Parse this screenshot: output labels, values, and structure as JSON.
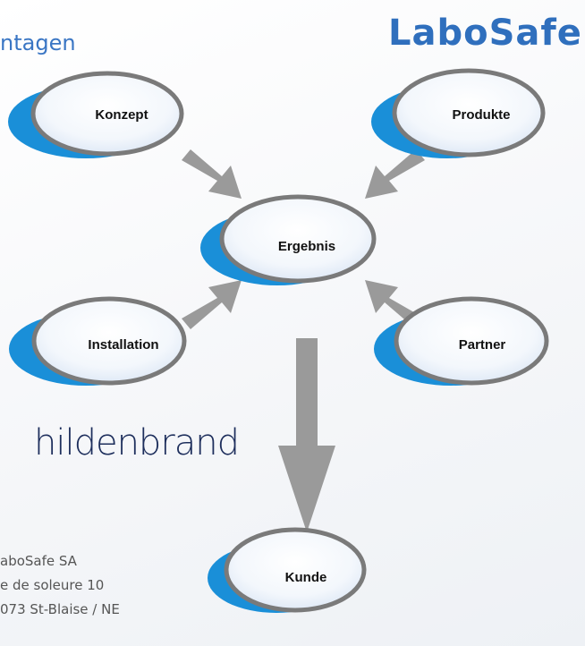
{
  "title": "ntagen",
  "logos": {
    "labosafe": "LaboSafe",
    "hildenbrand": "hildenbrand"
  },
  "nodes": {
    "konzept": "Konzept",
    "produkte": "Produkte",
    "ergebnis": "Ergebnis",
    "installation": "Installation",
    "partner": "Partner",
    "kunde": "Kunde"
  },
  "address": [
    "aboSafe SA",
    "e de soleure 10",
    "073 St-Blaise / NE"
  ],
  "colors": {
    "accent_blue": "#1a8fd8",
    "outline_gray": "#7a7a7a",
    "arrow_gray": "#9a9a9a",
    "title_blue": "#3a76c4",
    "logo_navy": "#1d2e5c"
  }
}
